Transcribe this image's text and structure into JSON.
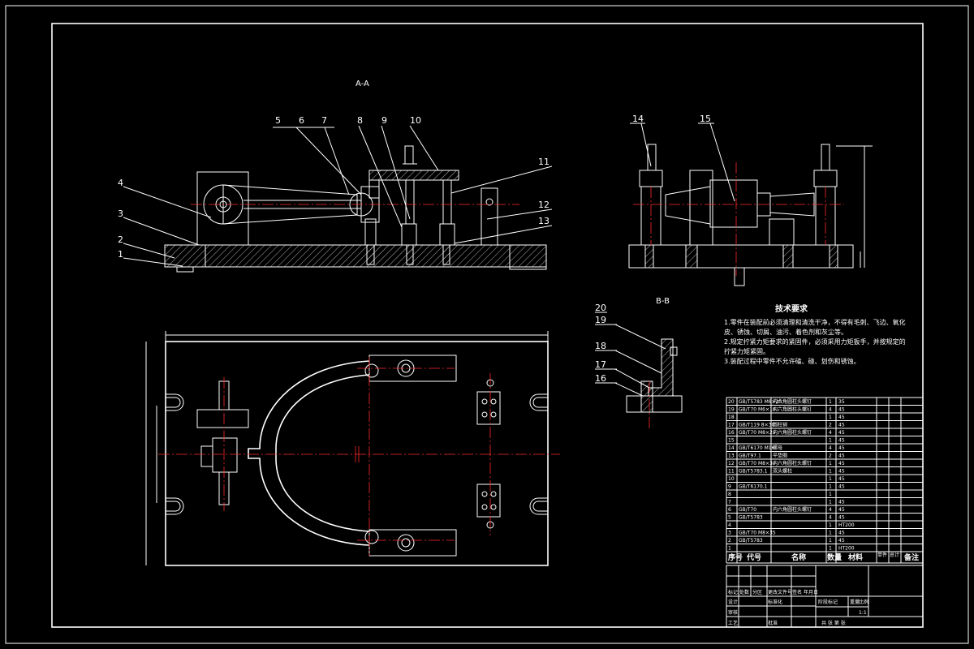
{
  "section_labels": {
    "aa": "A-A",
    "bb": "B-B"
  },
  "callouts": {
    "view_aa": [
      "1",
      "2",
      "3",
      "4",
      "5",
      "6",
      "7",
      "8",
      "9",
      "10",
      "11",
      "12",
      "13"
    ],
    "view_side": [
      "14",
      "15"
    ],
    "view_bb": [
      "16",
      "17",
      "18",
      "19",
      "20"
    ]
  },
  "tech_requirements": {
    "title": "技术要求",
    "lines": [
      "1.零件在装配前必须清理和清洗干净，不得有毛刺、飞边、氧化",
      "皮、锈蚀、切屑、油污、着色剂和灰尘等。",
      "2.规定拧紧力矩要求的紧固件，必须采用力矩扳手，并按规定的",
      "拧紧力矩紧固。",
      "3.装配过程中零件不允许磕、碰、划伤和锈蚀。"
    ]
  },
  "bom": {
    "header": [
      "序号",
      "代号",
      "名称",
      "数量",
      "材料",
      "单件",
      "总计",
      "备注"
    ],
    "rows": [
      [
        "20",
        "GB/T5783 M8×25",
        "内六角圆柱头螺钉",
        "1",
        "35",
        ""
      ],
      [
        "19",
        "GB/T70 M6×16",
        "内六角圆柱头螺钉",
        "4",
        "45",
        ""
      ],
      [
        "18",
        "",
        "",
        "1",
        "45",
        ""
      ],
      [
        "17",
        "GB/T119 8×30",
        "圆柱销",
        "2",
        "45",
        ""
      ],
      [
        "16",
        "GB/T70 M8×25",
        "内六角圆柱头螺钉",
        "4",
        "45",
        ""
      ],
      [
        "15",
        "",
        "",
        "1",
        "45",
        ""
      ],
      [
        "14",
        "GB/T6170 M16",
        "螺母",
        "4",
        "45",
        ""
      ],
      [
        "13",
        "GB/T97.1",
        "平垫圈",
        "2",
        "45",
        ""
      ],
      [
        "12",
        "GB/T70 M8×30",
        "内六角圆柱头螺钉",
        "1",
        "45",
        ""
      ],
      [
        "11",
        "GB/T5783.1",
        "双头螺柱",
        "1",
        "45",
        ""
      ],
      [
        "10",
        "",
        "",
        "1",
        "45",
        ""
      ],
      [
        "9",
        "GB/T6170.1",
        "",
        "1",
        "45",
        ""
      ],
      [
        "8",
        "",
        "",
        "1",
        "",
        ""
      ],
      [
        "7",
        "",
        "",
        "1",
        "45",
        ""
      ],
      [
        "6",
        "GB/T70",
        "内六角圆柱头螺钉",
        "4",
        "45",
        ""
      ],
      [
        "5",
        "GB/T5783",
        "",
        "4",
        "45",
        ""
      ],
      [
        "4",
        "",
        "",
        "1",
        "HT200",
        ""
      ],
      [
        "3",
        "GB/T70 M8×35",
        "",
        "1",
        "45",
        ""
      ],
      [
        "2",
        "GB/T5783",
        "",
        "1",
        "45",
        ""
      ],
      [
        "1",
        "",
        "",
        "1",
        "HT200",
        ""
      ]
    ]
  },
  "title_block": {
    "marks": [
      "标记",
      "处数",
      "分区",
      "更改文件号",
      "签名",
      "年月日"
    ],
    "roles": [
      "设计",
      "标准化",
      "审核",
      "工艺",
      "批准"
    ],
    "stage": [
      "阶段标记",
      "重量",
      "比例"
    ],
    "scale": "1:1",
    "sheet": "共  张  第  张"
  }
}
